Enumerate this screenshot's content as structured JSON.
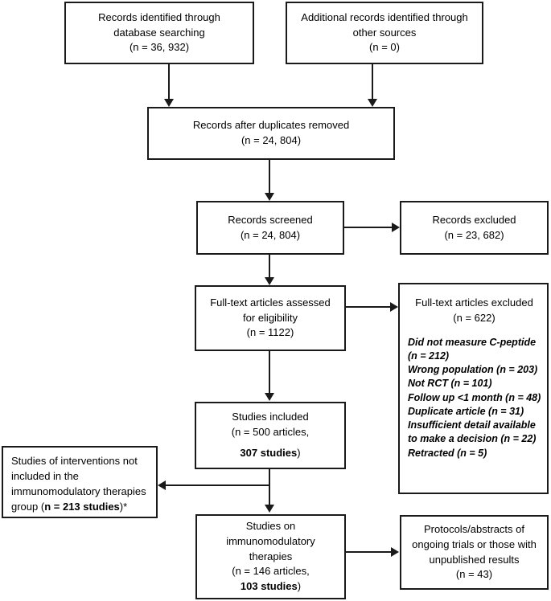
{
  "diagram": {
    "type": "prisma-flow-diagram",
    "title": "",
    "boxes": {
      "records_identified": {
        "lines": [
          "Records identified through",
          "database searching",
          "(n = 36, 932)"
        ]
      },
      "additional_records": {
        "lines": [
          "Additional records identified through",
          "other sources",
          "(n = 0)"
        ]
      },
      "duplicates_removed": {
        "lines": [
          "Records after duplicates removed",
          "(n = 24, 804)"
        ]
      },
      "records_screened": {
        "lines": [
          "Records screened",
          "(n = 24, 804)"
        ]
      },
      "records_excluded": {
        "lines": [
          "Records excluded",
          "(n = 23, 682)"
        ]
      },
      "fulltext_assessed": {
        "lines": [
          "Full-text articles assessed",
          "for eligibility",
          "(n = 1122)"
        ]
      },
      "fulltext_excluded": {
        "heading": [
          "Full-text articles excluded",
          "(n = 622)"
        ],
        "reasons": [
          "Did not measure C-peptide",
          "(n = 212)",
          "Wrong population (n = 203)",
          "Not RCT (n = 101)",
          "Follow up <1 month (n = 48)",
          "Duplicate article (n = 31)",
          "Insufficient detail available",
          "to make a decision (n = 22)",
          "Retracted (n = 5)"
        ]
      },
      "studies_included": {
        "line1": "Studies included",
        "line2": "(n = 500 articles,",
        "line3_bold": "307 studies",
        "line3_tail": ")"
      },
      "studies_not_included": {
        "text_before": "Studies of interventions not included in the immunomodulatory therapies group (",
        "bold": "n = 213 studies",
        "text_after": ")*"
      },
      "studies_immunomodulatory": {
        "line1": "Studies on",
        "line2": "immunomodulatory",
        "line3": "therapies",
        "line4": "(n = 146 articles,",
        "line5_bold": "103 studies",
        "line5_tail": ")"
      },
      "protocols_abstracts": {
        "lines": [
          "Protocols/abstracts of",
          "ongoing trials or those with",
          "unpublished results",
          "(n = 43)"
        ]
      }
    },
    "connectors": [
      "records-identified-to-duplicates",
      "additional-records-to-duplicates",
      "duplicates-to-screened",
      "screened-to-excluded",
      "screened-to-fulltext",
      "fulltext-to-fulltext-excluded",
      "fulltext-to-studies-included",
      "studies-included-to-not-included",
      "studies-included-to-immunomodulatory",
      "immunomodulatory-to-protocols"
    ],
    "colors": {
      "stroke": "#1a1a1a",
      "background": "#ffffff",
      "text": "#000000"
    }
  }
}
